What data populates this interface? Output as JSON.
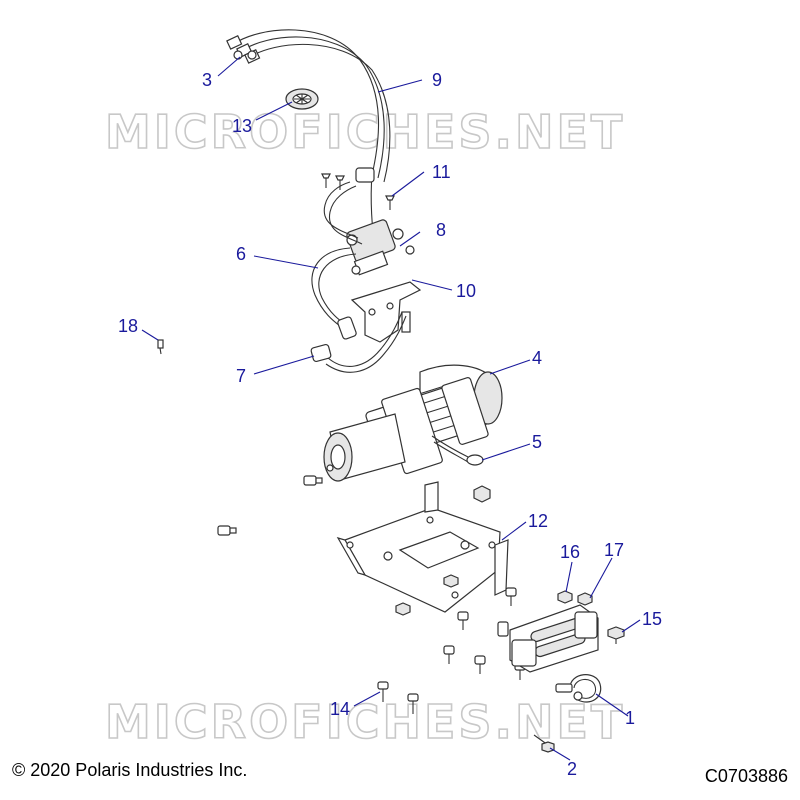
{
  "watermark_text": "MICROFICHES.NET",
  "copyright": "© 2020 Polaris Industries Inc.",
  "diagram_code": "C0703886",
  "callout_color": "#1a1a9c",
  "callouts": [
    "1",
    "2",
    "3",
    "4",
    "5",
    "6",
    "7",
    "8",
    "9",
    "10",
    "11",
    "12",
    "13",
    "14",
    "15",
    "16",
    "17",
    "18"
  ]
}
